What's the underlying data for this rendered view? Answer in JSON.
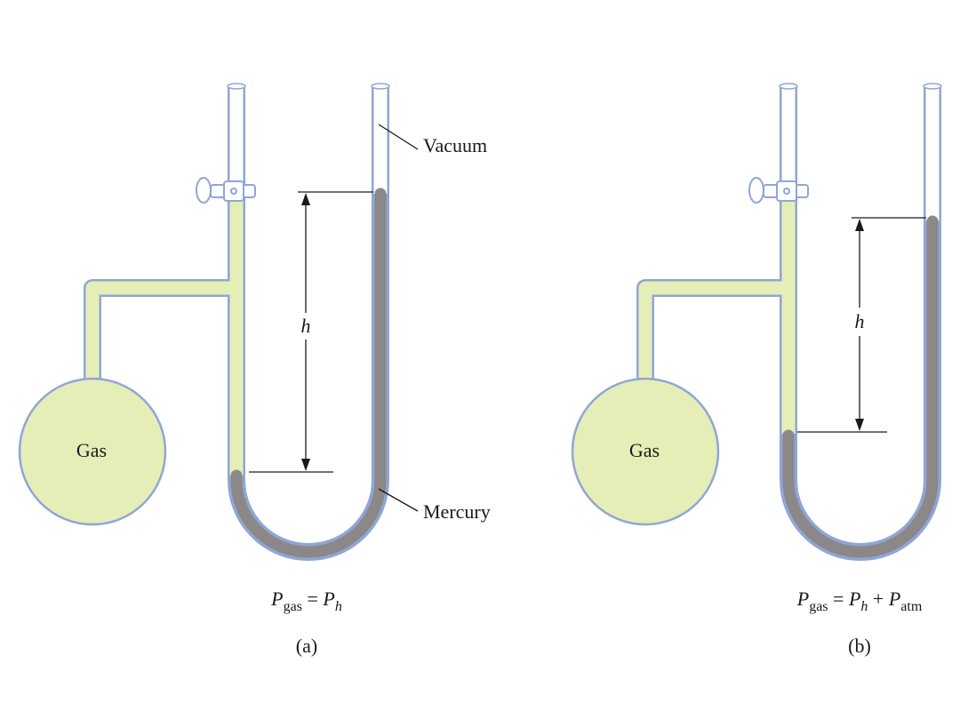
{
  "colors": {
    "gas_fill": "#e6eeb8",
    "glass_outline": "#8fa6d6",
    "mercury": "#8c8888",
    "tube_empty": "#ffffff",
    "line": "#1a1a1a"
  },
  "labels": {
    "vacuum": "Vacuum",
    "mercury": "Mercury",
    "gas_a": "Gas",
    "gas_b": "Gas",
    "height_a": "h",
    "height_b": "h",
    "caption_a": "(a)",
    "caption_b": "(b)"
  },
  "equations": {
    "a": {
      "p": "P",
      "gas": "gas",
      "eq": " = ",
      "ph": "P",
      "h": "h"
    },
    "b": {
      "p": "P",
      "gas": "gas",
      "eq": " = ",
      "ph": "P",
      "h": "h",
      "plus": " + ",
      "patm": "P",
      "atm": "atm"
    }
  }
}
